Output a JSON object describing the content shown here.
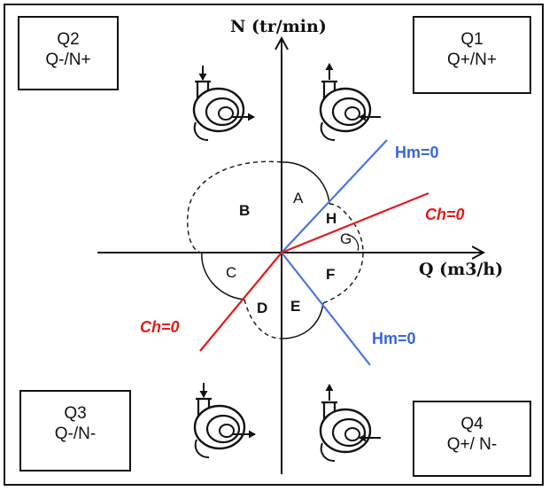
{
  "axes": {
    "y_label": "N (tr/min)",
    "x_label": "Q (m3/h)"
  },
  "quadrants": [
    {
      "id": "Q1",
      "sign": "Q+/N+"
    },
    {
      "id": "Q2",
      "sign": "Q-/N+"
    },
    {
      "id": "Q3",
      "sign": "Q-/N-"
    },
    {
      "id": "Q4",
      "sign": "Q+/ N-"
    }
  ],
  "regions": [
    "A",
    "B",
    "C",
    "D",
    "E",
    "F",
    "G",
    "H"
  ],
  "lines": {
    "hm_upper": "Hm=0",
    "hm_lower": "Hm=0",
    "ch_upper": "Ch=0",
    "ch_lower": "Ch=0"
  },
  "colors": {
    "hm_line": "#4a73e8",
    "ch_line": "#e21b1b",
    "ink": "#111111"
  },
  "icons": [
    "pump-icon"
  ]
}
